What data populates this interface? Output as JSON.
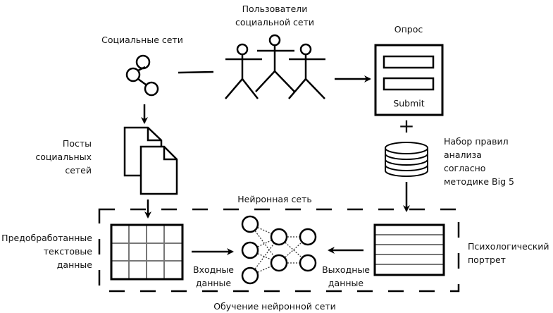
{
  "labels": {
    "social_networks": "Социальные сети",
    "social_users": [
      "Пользователи",
      "социальной сети"
    ],
    "survey": "Опрос",
    "submit": "Submit",
    "posts": [
      "Посты",
      "социальных",
      "сетей"
    ],
    "rules": [
      "Набор правил",
      "анализа",
      "согласно",
      "методике Big 5"
    ],
    "neural_network": "Нейронная сеть",
    "preprocessed": [
      "Предобработанные",
      "текстовые",
      "данные"
    ],
    "input_data": [
      "Входные",
      "данные"
    ],
    "output_data": [
      "Выходные",
      "данные"
    ],
    "psych_portrait": [
      "Психологический",
      "портрет"
    ],
    "training": "Обучение нейронной сети",
    "plus": "+"
  }
}
